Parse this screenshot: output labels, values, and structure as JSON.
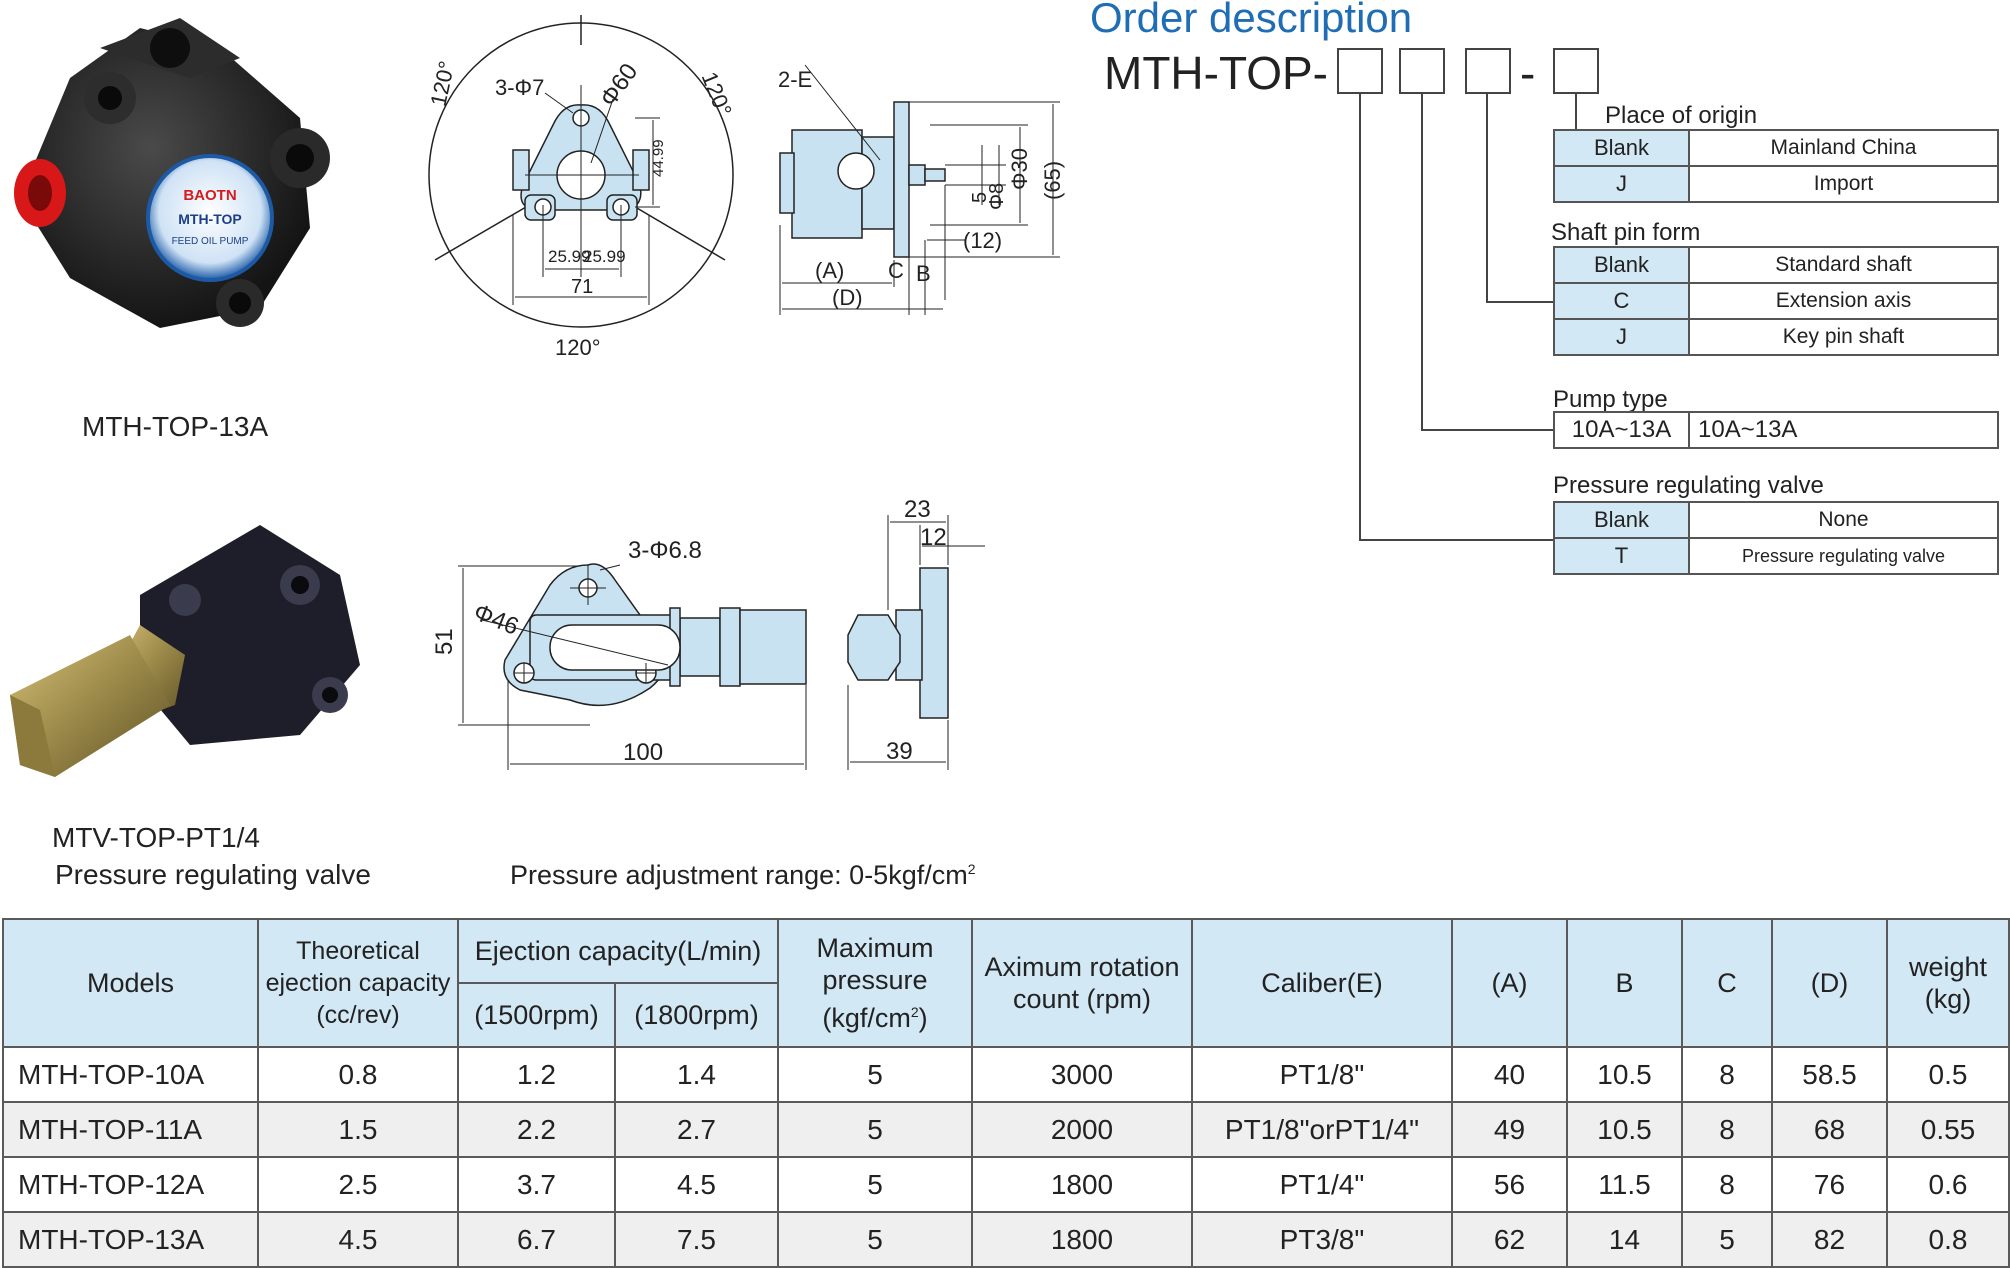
{
  "products": {
    "pump_caption": "MTH-TOP-13A",
    "valve_caption_1": "MTV-TOP-PT1/4",
    "valve_caption_2": "Pressure regulating valve",
    "pressure_note": "Pressure adjustment range: 0-5kgf/cm",
    "pressure_note_sup": "2",
    "pump_label_brand": "BAOTN",
    "pump_label_model": "MTH-TOP",
    "pump_label_sub": "FEED OIL PUMP"
  },
  "drawing_pump_front": {
    "angle_left": "120°",
    "angle_right": "120°",
    "angle_bottom": "120°",
    "holes": "3-Φ7",
    "dia": "Φ60",
    "height": "44.99",
    "half_left": "25.99",
    "half_right": "25.99",
    "width": "71"
  },
  "drawing_pump_side": {
    "port": "2-E",
    "d30": "Φ30",
    "h65": "(65)",
    "d8": "Φ8",
    "s5": "5",
    "l12": "(12)",
    "a": "(A)",
    "c": "C",
    "b": "B",
    "d": "(D)"
  },
  "drawing_valve_front": {
    "holes": "3-Φ6.8",
    "dia": "Φ46",
    "height": "51",
    "width": "100"
  },
  "drawing_valve_side": {
    "d23": "23",
    "d12": "12",
    "d39": "39"
  },
  "order": {
    "title": "Order description",
    "code": "MTH-TOP-",
    "dash": "-",
    "groups": [
      {
        "title": "Place of origin",
        "rows": [
          {
            "k": "Blank",
            "v": "Mainland China"
          },
          {
            "k": "J",
            "v": "Import"
          }
        ]
      },
      {
        "title": "Shaft pin form",
        "rows": [
          {
            "k": "Blank",
            "v": "Standard shaft"
          },
          {
            "k": "C",
            "v": "Extension axis"
          },
          {
            "k": "J",
            "v": "Key pin shaft"
          }
        ]
      },
      {
        "title": "Pump type",
        "rows": [
          {
            "k": "10A~13A",
            "v": "10A~13A"
          }
        ]
      },
      {
        "title": "Pressure regulating valve",
        "rows": [
          {
            "k": "Blank",
            "v": "None"
          },
          {
            "k": "T",
            "v": "Pressure regulating valve"
          }
        ]
      }
    ]
  },
  "spec_table": {
    "headers": {
      "models": "Models",
      "theoretical": "Theoretical ejection capacity (cc/rev)",
      "ejection": "Ejection capacity(L/min)",
      "rpm1500": "(1500rpm)",
      "rpm1800": "(1800rpm)",
      "max_pressure": "Maximum pressure",
      "max_pressure_unit": "(kgf/cm",
      "max_pressure_sup": "2",
      "max_pressure_close": ")",
      "rotation": "Aximum rotation count (rpm)",
      "caliber": "Caliber(E)",
      "a": "(A)",
      "b": "B",
      "c": "C",
      "d": "(D)",
      "weight": "weight (kg)"
    },
    "rows": [
      [
        "MTH-TOP-10A",
        "0.8",
        "1.2",
        "1.4",
        "5",
        "3000",
        "PT1/8\"",
        "40",
        "10.5",
        "8",
        "58.5",
        "0.5"
      ],
      [
        "MTH-TOP-11A",
        "1.5",
        "2.2",
        "2.7",
        "5",
        "2000",
        "PT1/8\"orPT1/4\"",
        "49",
        "10.5",
        "8",
        "68",
        "0.55"
      ],
      [
        "MTH-TOP-12A",
        "2.5",
        "3.7",
        "4.5",
        "5",
        "1800",
        "PT1/4\"",
        "56",
        "11.5",
        "8",
        "76",
        "0.6"
      ],
      [
        "MTH-TOP-13A",
        "4.5",
        "6.7",
        "7.5",
        "5",
        "1800",
        "PT3/8\"",
        "62",
        "14",
        "5",
        "82",
        "0.8"
      ]
    ]
  }
}
